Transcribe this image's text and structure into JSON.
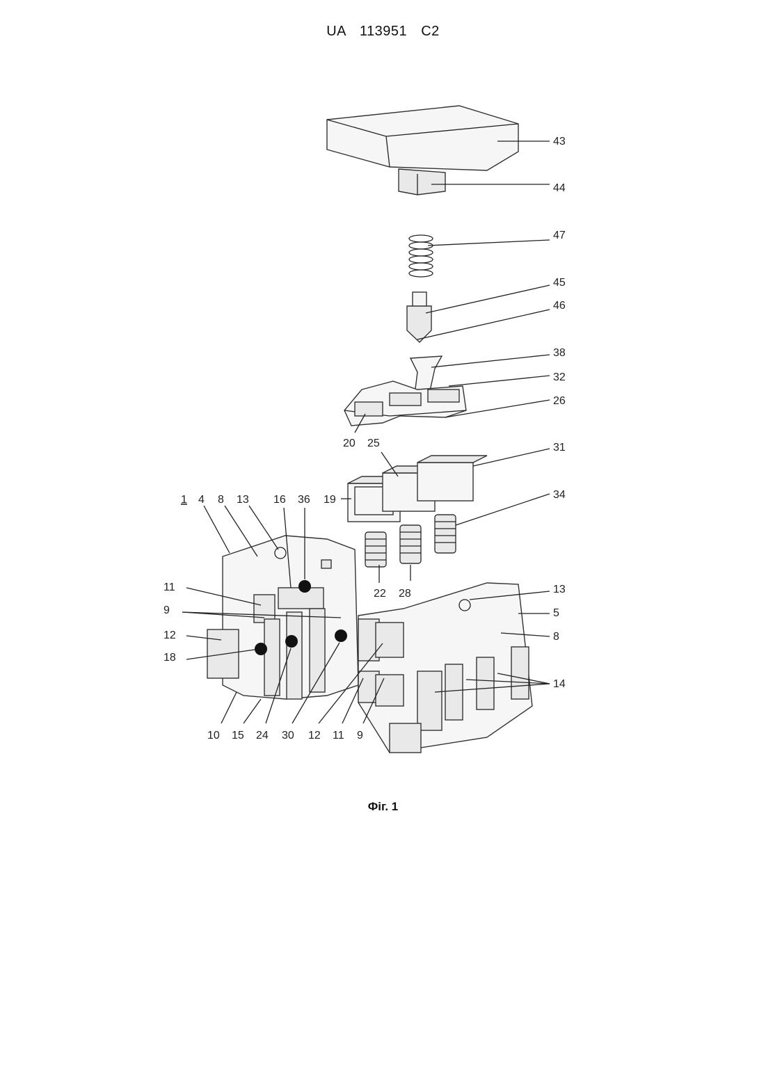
{
  "header": "UA 113951 C2",
  "caption": "Фiг. 1",
  "labels": {
    "l43": "43",
    "l44": "44",
    "l47": "47",
    "l45": "45",
    "l46": "46",
    "l38": "38",
    "l32": "32",
    "l26": "26",
    "l20": "20",
    "l25": "25",
    "l31": "31",
    "l34": "34",
    "l1": "1",
    "l4": "4",
    "l8a": "8",
    "l13a": "13",
    "l16": "16",
    "l36": "36",
    "l19": "19",
    "l11a": "11",
    "l9a": "9",
    "l12a": "12",
    "l18": "18",
    "l22": "22",
    "l28": "28",
    "l13b": "13",
    "l5": "5",
    "l8b": "8",
    "l14": "14",
    "l10": "10",
    "l15": "15",
    "l24": "24",
    "l30": "30",
    "l12b": "12",
    "l11b": "11",
    "l9b": "9"
  }
}
